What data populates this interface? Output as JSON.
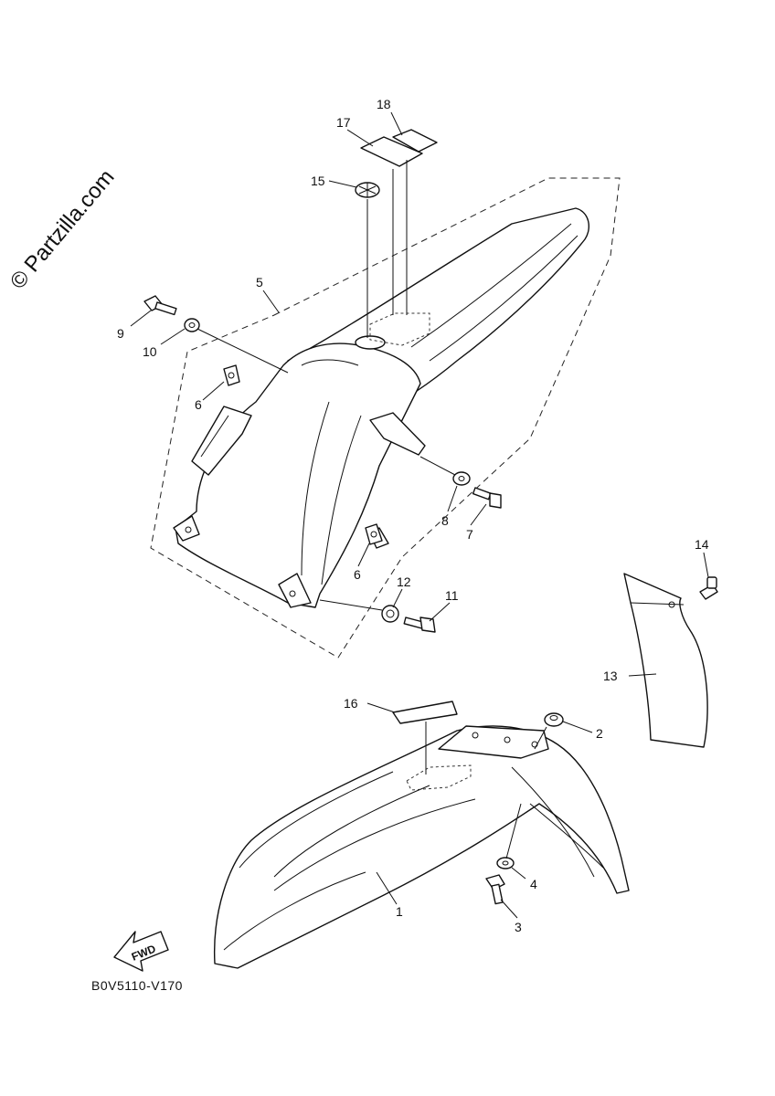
{
  "watermark": "© Partzilla.com",
  "diagram_code": "B0V5110-V170",
  "fwd_label": "FWD",
  "callouts": {
    "c1": "1",
    "c2": "2",
    "c3": "3",
    "c4": "4",
    "c5": "5",
    "c6a": "6",
    "c6b": "6",
    "c7": "7",
    "c8": "8",
    "c9": "9",
    "c10": "10",
    "c11": "11",
    "c12": "12",
    "c13": "13",
    "c14": "14",
    "c15": "15",
    "c16": "16",
    "c17": "17",
    "c18": "18"
  }
}
